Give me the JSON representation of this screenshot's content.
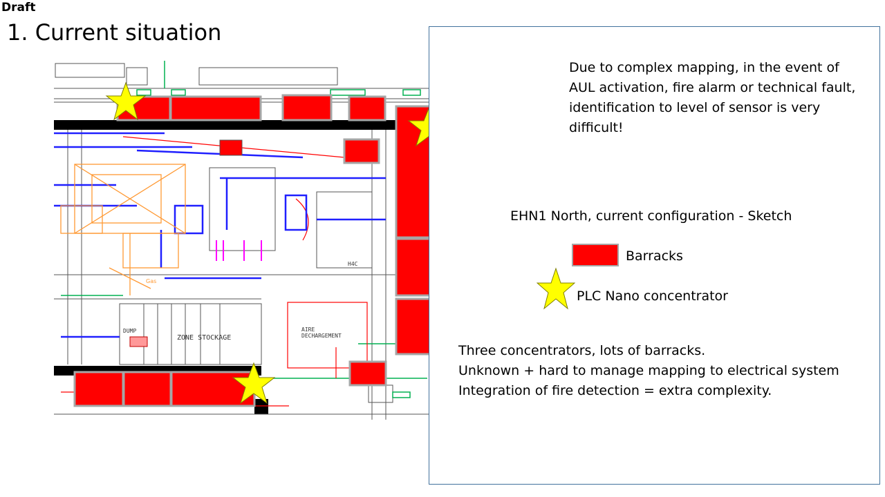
{
  "slide": {
    "tag": "Draft",
    "title": "1. Current situation"
  },
  "floor_plan": {
    "labels": {
      "zone": "ZONE STOCKAGE",
      "aire_line1": "AIRE",
      "aire_line2": "DECHARGEMENT",
      "h4c": "H4C",
      "dump": "DUMP",
      "gas": "Gas"
    }
  },
  "panel": {
    "callout": "Due to complex mapping, in the event of AUL activation, fire alarm or technical fault, identification to level of sensor is very difficult!",
    "sketch_title": "EHN1 North, current configuration - Sketch",
    "legend": {
      "barracks_label": "Barracks",
      "concentrator_label": "PLC Nano concentrator"
    },
    "summary": [
      "Three concentrators, lots of barracks.",
      "Unknown + hard to manage mapping to electrical system",
      "Integration of fire detection = extra complexity."
    ]
  },
  "colors": {
    "barrack": "#ff0000",
    "barrack_border": "#a6a6a6",
    "star": "#ffff00",
    "arrow": "#5b9bd5",
    "panel_border": "#41719c"
  },
  "icons": {
    "concentrator": "star-icon",
    "pointer": "left-arrow-icon"
  }
}
